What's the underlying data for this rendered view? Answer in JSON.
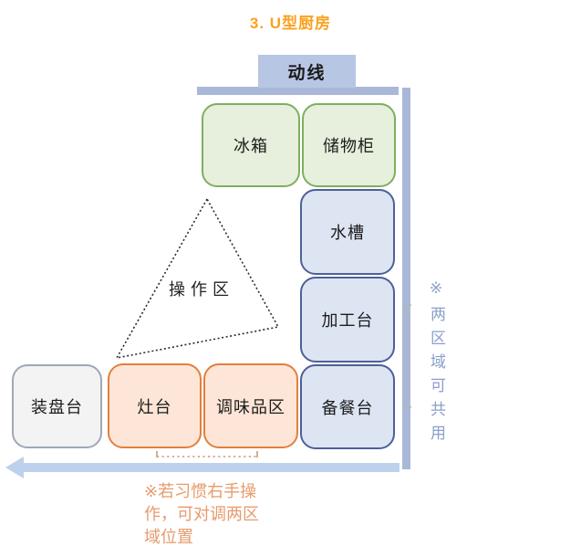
{
  "title": "3. U型厨房",
  "flow": {
    "label": "动线"
  },
  "top_row": [
    {
      "label": "冰箱"
    },
    {
      "label": "储物柜"
    }
  ],
  "right_column": [
    {
      "label": "水槽"
    },
    {
      "label": "加工台"
    },
    {
      "label": "备餐台"
    }
  ],
  "bottom_row": [
    {
      "label": "装盘台"
    },
    {
      "label": "灶台"
    },
    {
      "label": "调味品区"
    }
  ],
  "triangle_label": "操作区",
  "side_note": "※两区域可共用",
  "bottom_note": "※若习惯右手操\n作，可对调两区\n域位置",
  "colors": {
    "title_orange": "#faa21e",
    "flow_bar_blue": "#a9b8d8",
    "flow_label_bg": "#b7c6e3",
    "arrow_blue": "#bed1ec",
    "green_fill": "#e6f0dc",
    "green_border": "#7fae60",
    "blue_fill": "#dde5f3",
    "blue_border": "#4d6097",
    "orange_fill": "#fde6d7",
    "orange_border": "#e08040",
    "gray_fill": "#f3f3f3",
    "gray_border": "#9fa8b8",
    "side_note_blue": "#8a9fc9",
    "bottom_note_orange": "#e79b6d",
    "triangle_stroke": "#2b2b2b"
  }
}
